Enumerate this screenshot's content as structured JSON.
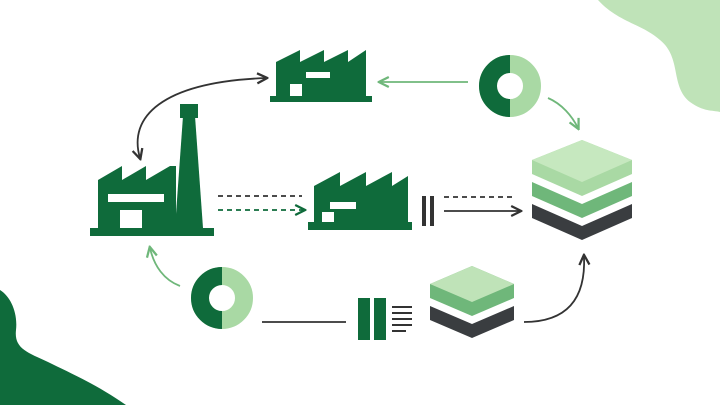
{
  "palette": {
    "dark_green": "#0f6b3b",
    "medium_green": "#6fb77a",
    "light_green": "#a9d9a4",
    "pale_green": "#bfe3b8",
    "charcoal": "#3a3d40",
    "connector": "#333333"
  },
  "diagram": {
    "type": "industrial-symbiosis-flow",
    "nodes": [
      {
        "id": "main-factory",
        "icon": "factory-with-chimney-icon"
      },
      {
        "id": "top-factory",
        "icon": "factory-icon"
      },
      {
        "id": "middle-factory",
        "icon": "factory-icon"
      },
      {
        "id": "top-ring",
        "icon": "donut-chart-icon",
        "dark_fraction": 0.5
      },
      {
        "id": "bottom-ring",
        "icon": "donut-chart-icon",
        "dark_fraction": 0.5
      },
      {
        "id": "large-layer-stack",
        "icon": "layer-stack-icon",
        "layers": 3
      },
      {
        "id": "small-layer-stack",
        "icon": "layer-stack-icon",
        "layers": 2
      },
      {
        "id": "separator-block",
        "icon": "filter-separator-icon"
      }
    ],
    "links": [
      {
        "from": "main-factory",
        "to": "top-factory",
        "style": "bidirectional-curved"
      },
      {
        "from": "top-ring",
        "to": "top-factory",
        "style": "green-arrow"
      },
      {
        "from": "top-ring",
        "to": "large-layer-stack",
        "style": "green-curved-arrow"
      },
      {
        "from": "main-factory",
        "to": "middle-factory",
        "style": "dashed-double"
      },
      {
        "from": "middle-factory",
        "to": "large-layer-stack",
        "style": "dashed-arrow"
      },
      {
        "from": "bottom-ring",
        "to": "main-factory",
        "style": "green-curved-arrow"
      },
      {
        "from": "bottom-ring",
        "to": "separator-block",
        "style": "line"
      },
      {
        "from": "small-layer-stack",
        "to": "large-layer-stack",
        "style": "curved-arrow"
      }
    ]
  }
}
